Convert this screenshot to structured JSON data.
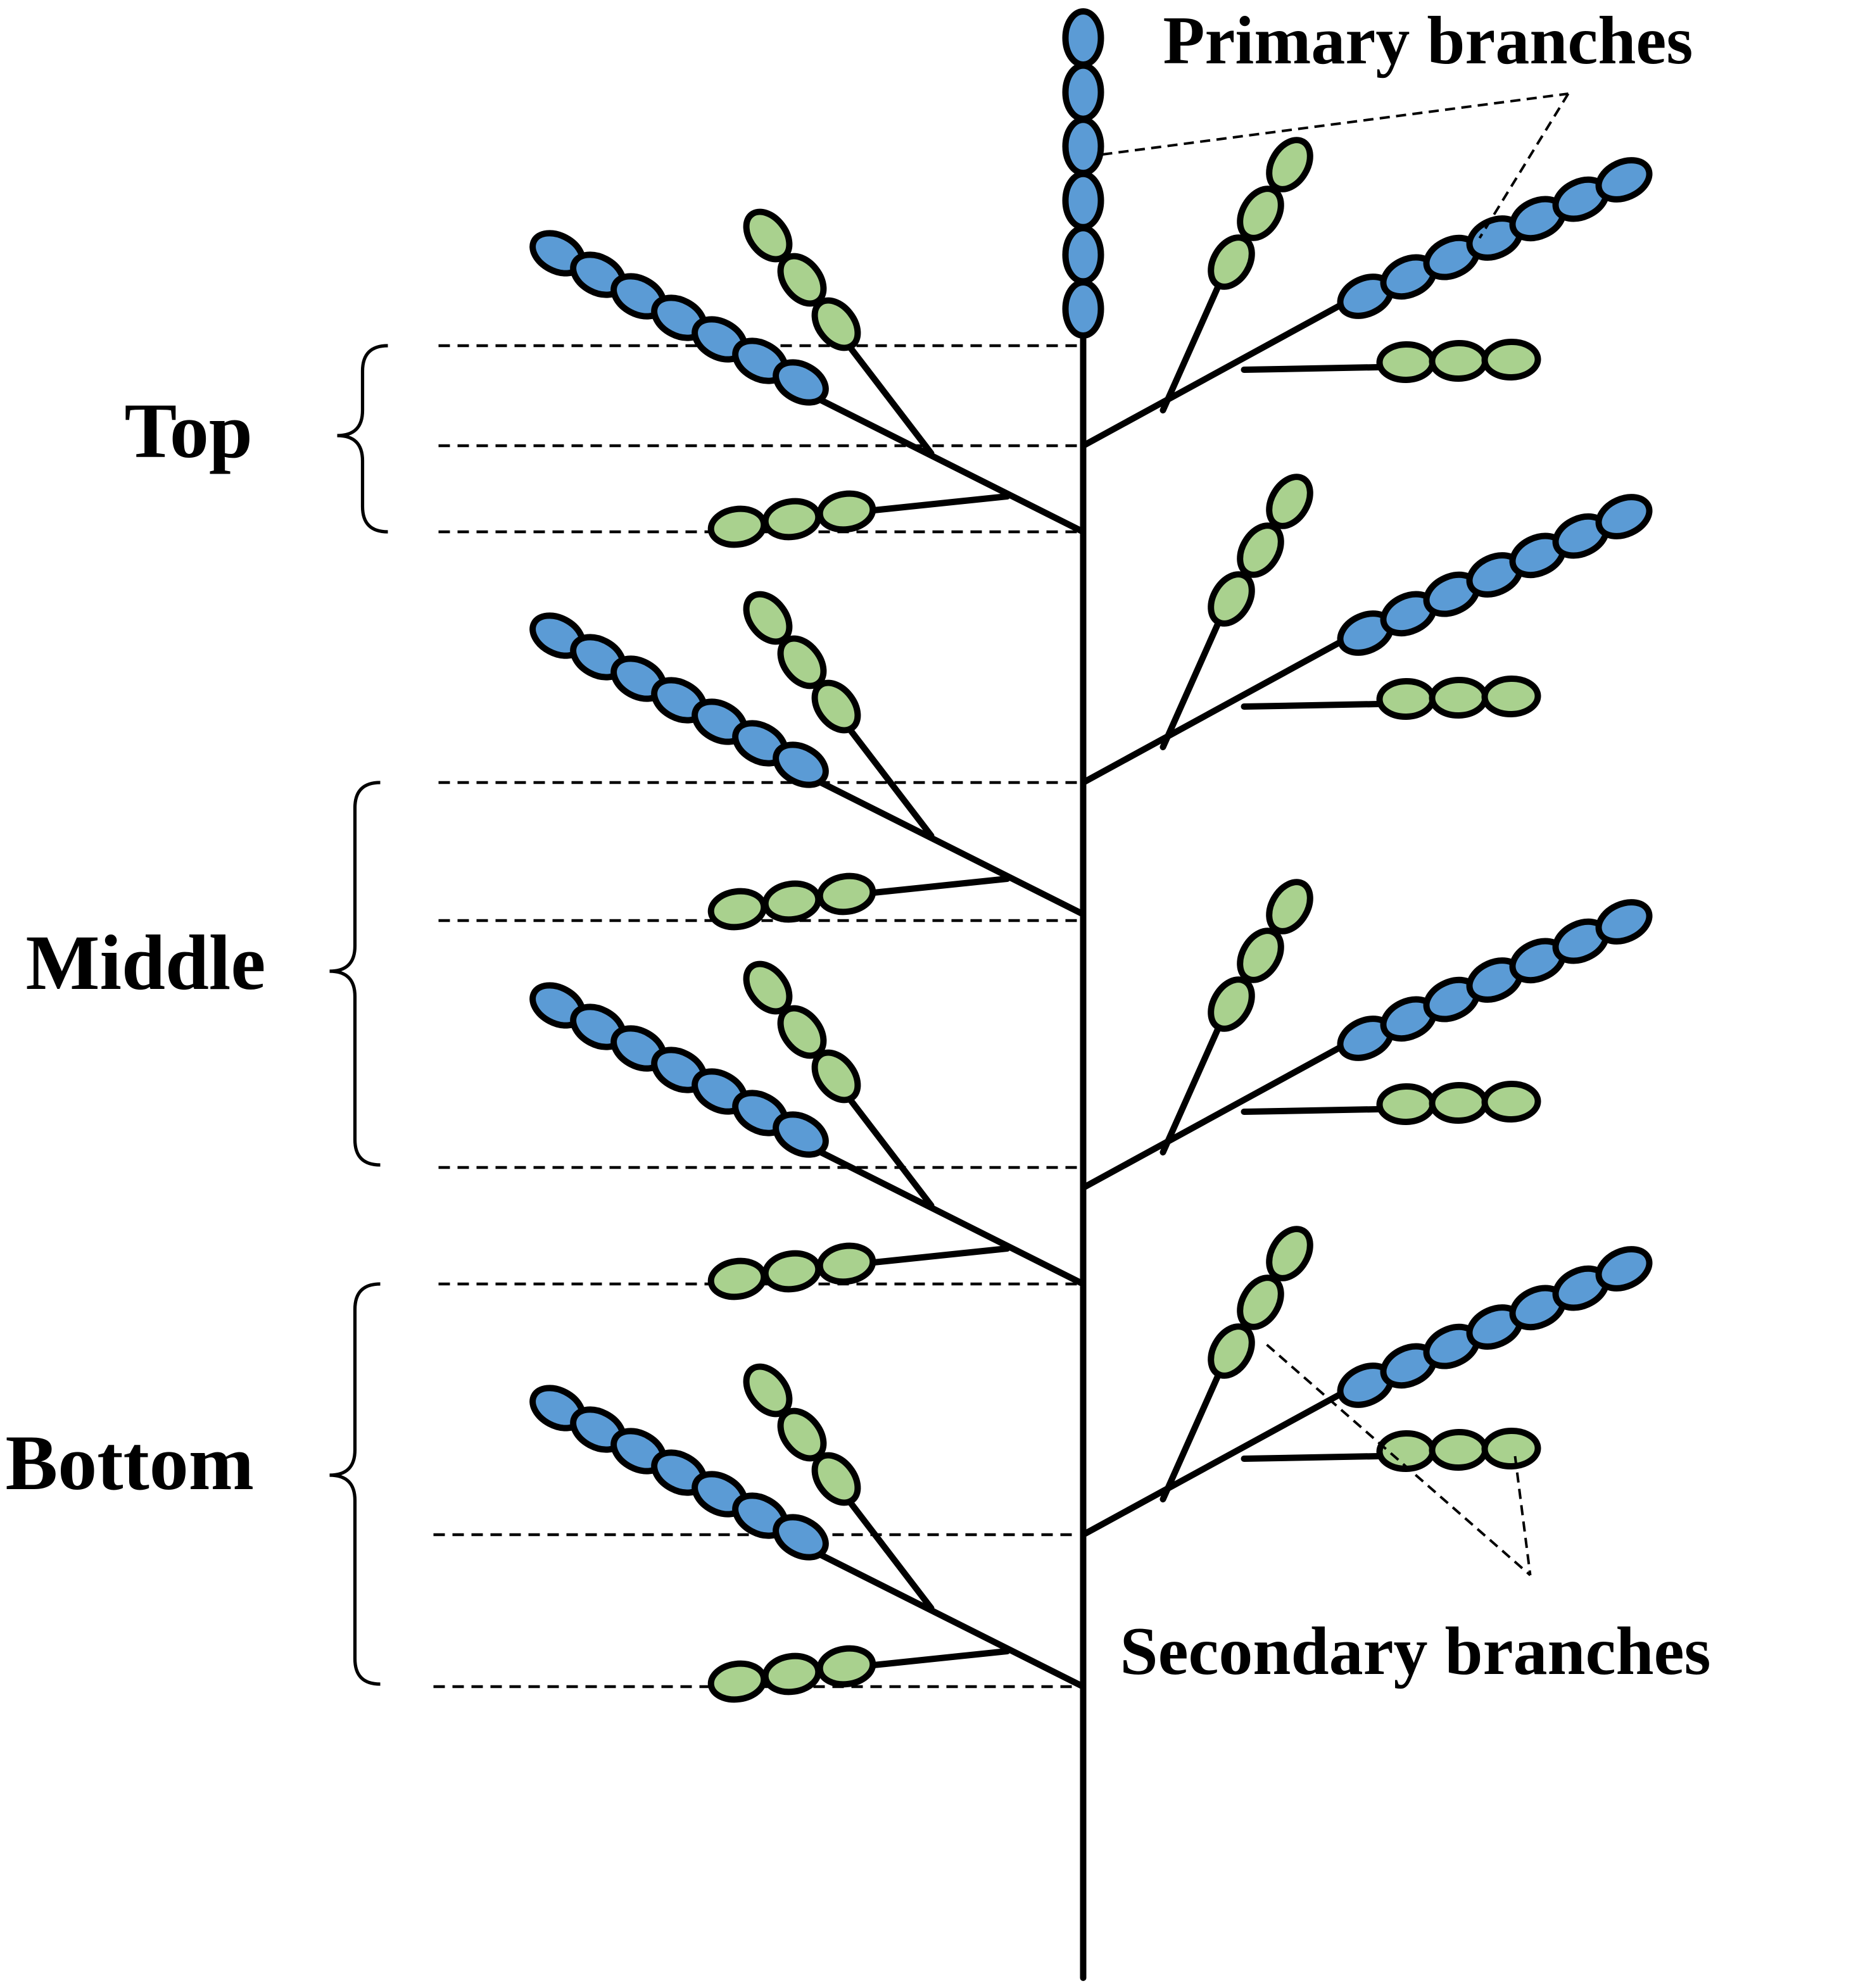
{
  "labels": {
    "primary": "Primary branches",
    "secondary": "Secondary branches",
    "top": "Top",
    "middle": "Middle",
    "bottom": "Bottom"
  },
  "colors": {
    "primary_grain": "#5b9bd5",
    "secondary_grain": "#a9d18e",
    "outline": "#000000",
    "background": "#ffffff"
  }
}
